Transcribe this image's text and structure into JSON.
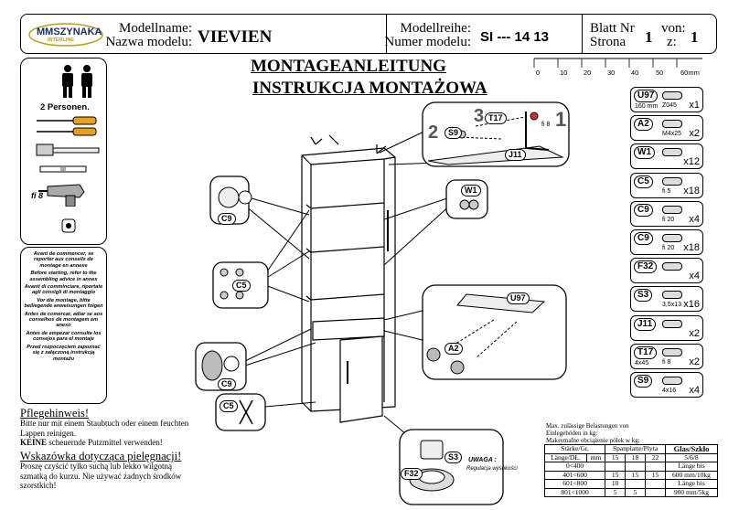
{
  "header": {
    "logo_text": "MMSZYNAKA",
    "logo_sub": "INTERLINE",
    "model_label_de": "Modellname:",
    "model_label_pl": "Nazwa modelu:",
    "model_name": "VIEVIEN",
    "series_label_de": "Modellreihe:",
    "series_label_pl": "Numer modelu:",
    "series_value": "SI --- 14 13",
    "sheet_label_de": "Blatt Nr",
    "sheet_label_pl": "Strona",
    "sheet_num": "1",
    "of_label_de": "von:",
    "of_label_pl": "z:",
    "of_num": "1"
  },
  "titles": {
    "title_de": "MONTAGEANLEITUNG",
    "title_pl": "INSTRUKCJA MONTAŻOWA"
  },
  "ruler": {
    "ticks": [
      "0",
      "10",
      "20",
      "30",
      "40",
      "50",
      "60mm"
    ]
  },
  "tools": {
    "persons_label": "2 Personen.",
    "drill_label": "fi 8"
  },
  "warnings": [
    "Avant de commencer, se reporter aux conseils de montage en annexe",
    "Before starting, refer to the assembling advice in annex",
    "Avanti di comminciare, riportate agli consigli di montaggio",
    "Vor die montage, bitte beiliegende anweisungen folgen",
    "Antes de comercar, adiar se aos conselhos de montagem em anexo",
    "Antes de empezar consulte los consejos para el montaje",
    "Przed rozpoczęciem zapoznać się z załączoną instrukcją montażu"
  ],
  "care": {
    "heading_de": "Pflegehinweis!",
    "text_de_1": "Bitte nur mit einem Staubtuch oder einem feuchten Lappen reinigen.",
    "text_de_bold": "KEINE",
    "text_de_2": " scheuernde Putzmittel verwenden!",
    "heading_pl": "Wskazówka dotycząca pielęgnacji!",
    "text_pl": "Proszę czyścić tylko suchą lub lekko wilgotną szmatką do kurzu. Nie używać żadnych środków szorstkich!"
  },
  "parts": [
    {
      "code": "U97",
      "sub": "Z045",
      "sub2": "160 mm",
      "qty": "x1"
    },
    {
      "code": "A2",
      "sub": "M4x25",
      "sub2": "",
      "qty": "x2"
    },
    {
      "code": "W1",
      "sub": "",
      "sub2": "",
      "qty": "x12"
    },
    {
      "code": "C5",
      "sub": "fi 5",
      "sub2": "",
      "qty": "x18"
    },
    {
      "code": "C9",
      "sub": "fi 20",
      "sub2": "",
      "qty": "x4"
    },
    {
      "code": "C9",
      "sub": "fi 20",
      "sub2": "",
      "qty": "x18"
    },
    {
      "code": "F32",
      "sub": "",
      "sub2": "",
      "qty": "x4"
    },
    {
      "code": "S3",
      "sub": "3,5x13",
      "sub2": "",
      "qty": "x16"
    },
    {
      "code": "J11",
      "sub": "",
      "sub2": "",
      "qty": "x2"
    },
    {
      "code": "T17",
      "sub": "fi 8",
      "sub2": "4x45",
      "qty": "x2"
    },
    {
      "code": "S9",
      "sub": "4x16",
      "sub2": "",
      "qty": "x4"
    }
  ],
  "callouts": {
    "top_right": {
      "t17": "T17",
      "s9": "S9",
      "j11": "J11",
      "fi8": "fi 8",
      "n1": "1",
      "n2": "2",
      "n3": "3"
    },
    "c9_top": "C9",
    "w1": "W1",
    "c5": "C5",
    "c9_bottom": "C9",
    "c5_bottom": "C5",
    "u97": "U97",
    "a2": "A2",
    "s3": "S3",
    "f32": "F32",
    "uwaga": "UWAGA :",
    "regulacja": "Regulacja wysokości"
  },
  "load_table": {
    "intro_de": "Max. zulässige Belastungen von Einlegeböden in kg:",
    "intro_pl": "Maksymalne obciążenie półek w kg:",
    "h1": "Stärke/Gr.",
    "h2": "Spanplatte/Plyta",
    "h3": "Glas/Szkło",
    "h4": "Länge/DŁ.",
    "h5": "mm",
    "th": [
      "15",
      "18",
      "22"
    ],
    "glass_th": "5/6/8",
    "rows": [
      {
        "range": "0<400",
        "v": [
          "",
          "",
          ""
        ],
        "glass": "Länge bis"
      },
      {
        "range": "401<600",
        "v": [
          "15",
          "15",
          "15"
        ],
        "glass": "600 mm/10kg"
      },
      {
        "range": "601<800",
        "v": [
          "10",
          "",
          ""
        ],
        "glass": "Länge bis"
      },
      {
        "range": "801<1000",
        "v": [
          "5",
          "5",
          ""
        ],
        "glass": "900 mm/5kg"
      }
    ]
  }
}
